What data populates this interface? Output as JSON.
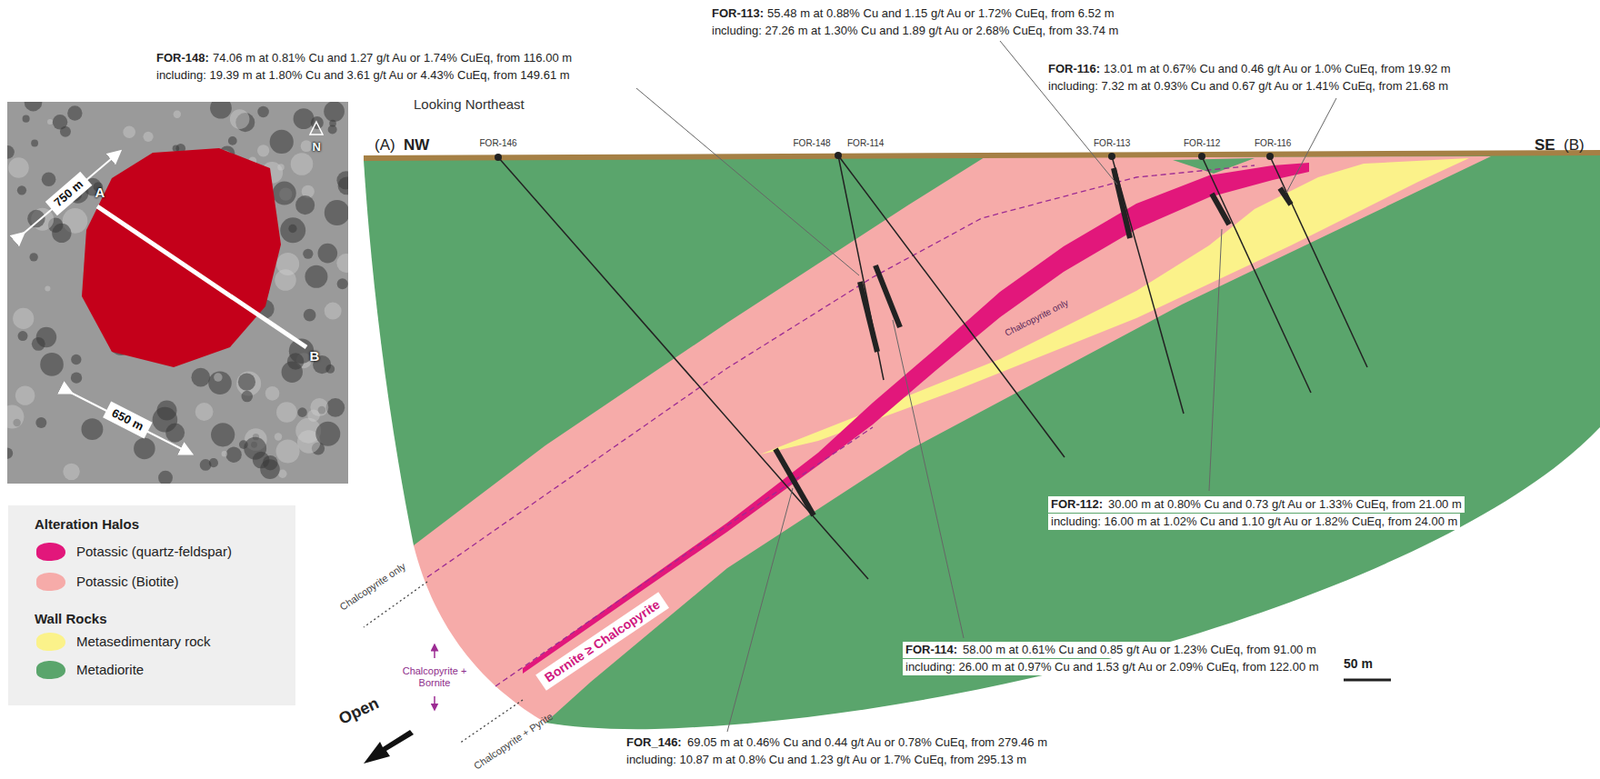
{
  "diagram": {
    "labels": [
      "Looking Northeast",
      "(A)",
      "NW",
      "SE",
      "(B)",
      "FOR-146",
      "FOR-148",
      "FOR-114",
      "FOR-113",
      "FOR-112",
      "FOR-116",
      "FOR-148:",
      "74.06 m at 0.81% Cu and 1.27 g/t Au or 1.74% CuEq, from 116.00 m",
      "including: 19.39 m at 1.80% Cu and 3.61 g/t Au or 4.43% CuEq, from 149.61 m",
      "FOR-113:",
      "55.48 m at 0.88% Cu and 1.15 g/t Au or 1.72% CuEq, from 6.52 m",
      "including: 27.26 m at 1.30% Cu and 1.89 g/t Au or 2.68% CuEq, from 33.74 m",
      "FOR-116:",
      "13.01 m at 0.67% Cu and 0.46 g/t Au or 1.0% CuEq, from 19.92 m",
      "including: 7.32 m at 0.93% Cu and 0.67 g/t Au or 1.41% CuEq, from 21.68 m",
      "FOR-112:",
      "30.00 m at 0.80% Cu and 0.73 g/t Au or 1.33% CuEq, from 21.00 m",
      "including: 16.00 m at 1.02% Cu and 1.10 g/t Au or 1.82% CuEq, from 24.00 m",
      "FOR-114:",
      "58.00 m at 0.61% Cu and 0.85 g/t Au or 1.23% CuEq, from 91.00 m",
      "including: 26.00 m at 0.97% Cu and 1.53 g/t Au or 2.09% CuEq, from 122.00 m",
      "FOR_146:",
      "69.05 m at 0.46% Cu and 0.44 g/t Au or 0.78% CuEq, from 279.46 m",
      "including: 10.87 m at 0.8% Cu and 1.23 g/t Au or 1.7% CuEq, from 295.13 m",
      "Chalcopyrite only",
      "Bornite ≥ Chalcopyrite",
      "Chalcopyrite only",
      "Chalcopyrite + Bornite",
      "Chalcopyrite + Pyrite",
      "Open",
      "50 m",
      "750 m",
      "650 m",
      "A",
      "B",
      "N",
      "Alteration Halos",
      "Wall Rocks"
    ],
    "legend": [
      {
        "text": "Potassic (quartz-feldspar)",
        "color": "#e2177b"
      },
      {
        "text": "Potassic (Biotite)",
        "color": "#f6aba9"
      },
      {
        "text": "Metasedimentary rock",
        "color": "#fbf28a"
      },
      {
        "text": "Metadiorite",
        "color": "#5aa56c"
      }
    ]
  }
}
